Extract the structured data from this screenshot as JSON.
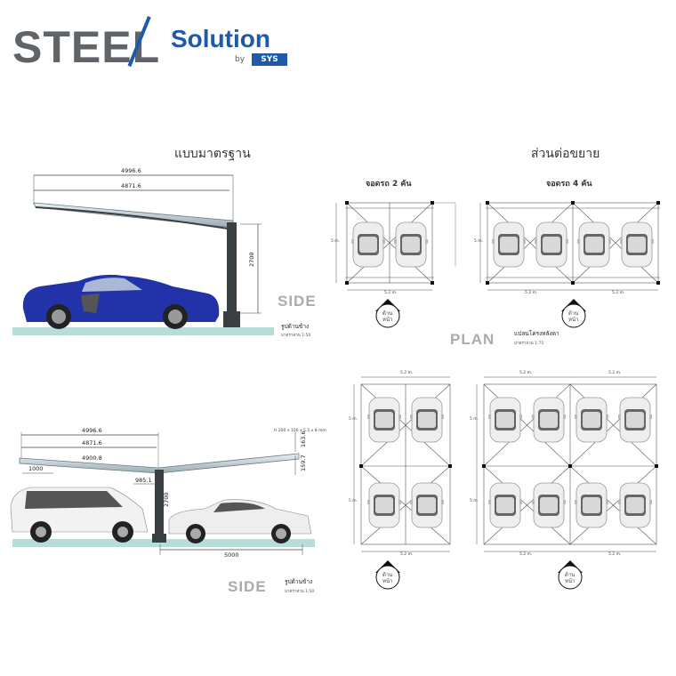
{
  "brand": {
    "steel": "STEEL",
    "solution": "Solution",
    "by": "by",
    "mark": "SYS"
  },
  "headings": {
    "standard": "แบบมาตรฐาน",
    "extension": "ส่วนต่อขยาย",
    "park2": "จอดรถ 2 คัน",
    "park4": "จอดรถ 4 คัน"
  },
  "labels": {
    "side1": "SIDE",
    "side2": "SIDE",
    "plan": "PLAN",
    "side_caption": "รูปด้านข้าง",
    "plan_caption": "แปลนโครงหลังคา",
    "scale_side": "มาตราส่วน    1:50",
    "scale_plan": "มาตราส่วน    1:75",
    "front": "ด้าน",
    "front2": "หน้า"
  },
  "dims_top": {
    "d1": "4996.6",
    "d2": "4871.6",
    "h": "2700"
  },
  "dims_bottom": {
    "d1": "4996.6",
    "d2": "4871.6",
    "d3": "4900.8",
    "d4": "1000",
    "d5": "985.1",
    "d6": "2700",
    "d7": "5000",
    "d8": "163.6",
    "d9": "159.7",
    "spec": "H 200 x 100 x 5.5 x 8 mm"
  },
  "plan_dims": {
    "w": "5.2 m.",
    "h": "5 m."
  },
  "colors": {
    "steel_gray": "#5f6469",
    "brand_blue": "#1f5aa8",
    "ground": "#b8dcd8",
    "post": "#3a3f42",
    "car_blue": "#2233aa"
  }
}
